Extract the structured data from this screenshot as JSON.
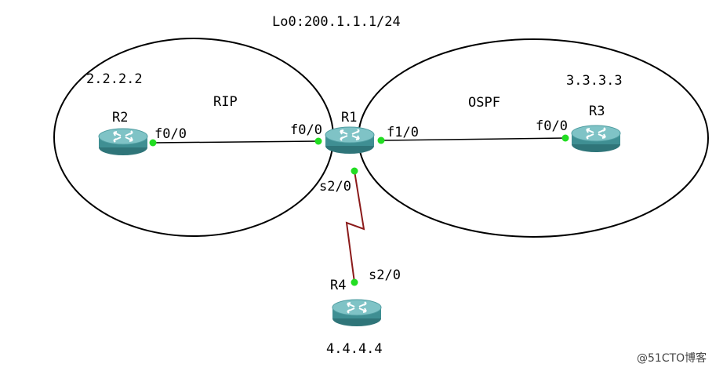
{
  "diagram": {
    "loopback_label": "Lo0:200.1.1.1/24",
    "areas": {
      "rip": {
        "label": "RIP"
      },
      "ospf": {
        "label": "OSPF"
      }
    },
    "routers": {
      "r1": {
        "name": "R1",
        "interfaces": {
          "f0_0": "f0/0",
          "f1_0": "f1/0",
          "s2_0": "s2/0"
        }
      },
      "r2": {
        "name": "R2",
        "loopback": "2.2.2.2",
        "interfaces": {
          "f0_0": "f0/0"
        }
      },
      "r3": {
        "name": "R3",
        "loopback": "3.3.3.3",
        "interfaces": {
          "f0_0": "f0/0"
        }
      },
      "r4": {
        "name": "R4",
        "loopback": "4.4.4.4",
        "interfaces": {
          "s2_0": "s2/0"
        }
      }
    },
    "colors": {
      "router_body": "#3f8f93",
      "router_top": "#7fc3c6",
      "port": "#22dd22",
      "serial_link": "#8b1a1a",
      "ethernet_link": "#000000"
    },
    "icons": {
      "router": "router-icon"
    }
  },
  "watermark": "@51CTO博客"
}
